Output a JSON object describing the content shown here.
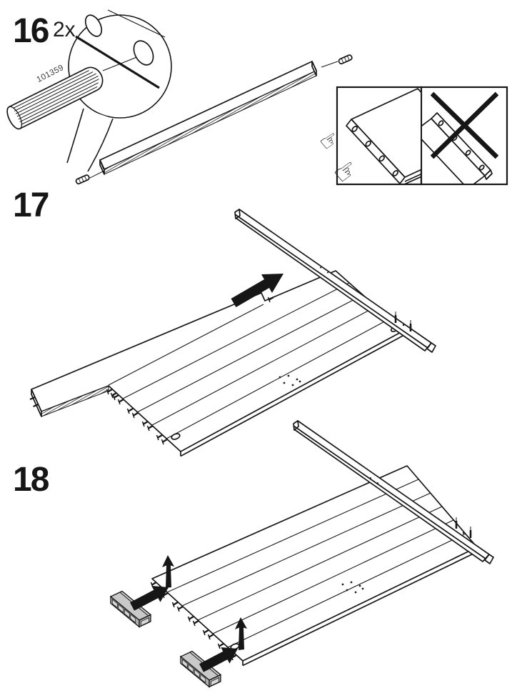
{
  "page": {
    "background": "#ffffff",
    "ink": "#161616"
  },
  "steps": [
    {
      "number": "16",
      "quantity_label": "2x",
      "part_number": "101359"
    },
    {
      "number": "17"
    },
    {
      "number": "18"
    }
  ],
  "icons": {
    "pointing_hand": "☞"
  },
  "colors": {
    "ink": "#161616",
    "block_top": "#c9c9c9",
    "block_side": "#b3b3b3",
    "block_cell": "#d6d6d6",
    "block_end": "#a6a6a6"
  }
}
